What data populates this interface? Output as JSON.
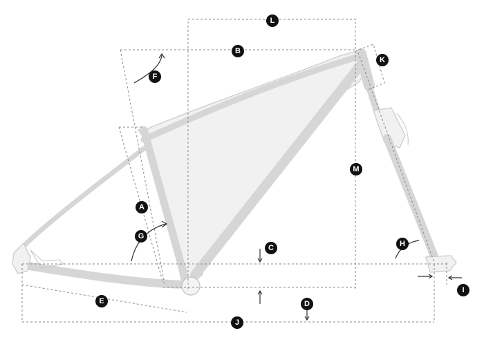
{
  "diagram": {
    "markers": {
      "A": "A",
      "B": "B",
      "C": "C",
      "D": "D",
      "E": "E",
      "F": "F",
      "G": "G",
      "H": "H",
      "I": "I",
      "J": "J",
      "K": "K",
      "L": "L",
      "M": "M"
    },
    "colors": {
      "marker": "#111111",
      "marker_text": "#ffffff",
      "frame": "#f1f1f1",
      "dimension_line": "#888888"
    }
  }
}
